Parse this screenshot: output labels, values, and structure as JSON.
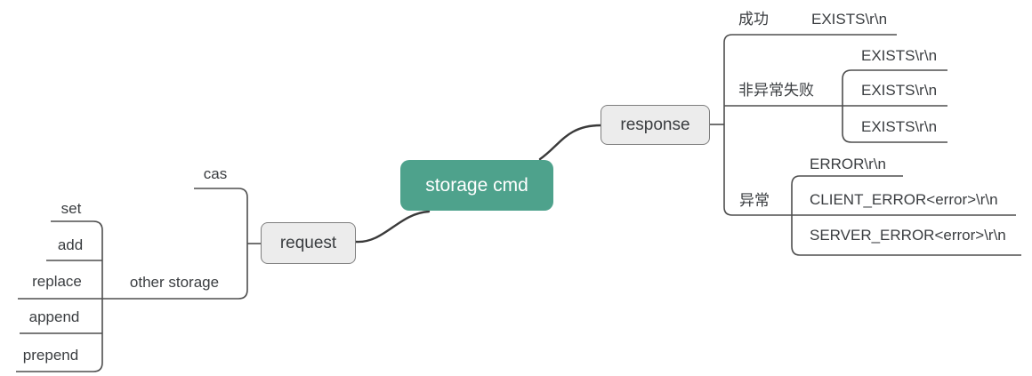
{
  "root": {
    "label": "storage cmd"
  },
  "request": {
    "label": "request",
    "cas_label": "cas",
    "other_storage": {
      "label": "other storage",
      "children": [
        "set",
        "add",
        "replace",
        "append",
        "prepend"
      ]
    }
  },
  "response": {
    "label": "response",
    "success": {
      "label": "成功",
      "value": "EXISTS\\r\\n"
    },
    "non_exception_failure": {
      "label": "非异常失败",
      "values": [
        "EXISTS\\r\\n",
        "EXISTS\\r\\n",
        "EXISTS\\r\\n"
      ]
    },
    "exception": {
      "label": "异常",
      "values": [
        "ERROR\\r\\n",
        "CLIENT_ERROR<error>\\r\\n",
        "SERVER_ERROR<error>\\r\\n"
      ]
    }
  },
  "colors": {
    "root_fill": "#4EA28C",
    "root_text": "#FFFFFF",
    "node_fill": "#ECECEC",
    "node_border": "#7E7E7E",
    "branch_line": "#4E4E4E",
    "curve_line": "#3A3A3A",
    "label_text": "#3A3D40"
  }
}
